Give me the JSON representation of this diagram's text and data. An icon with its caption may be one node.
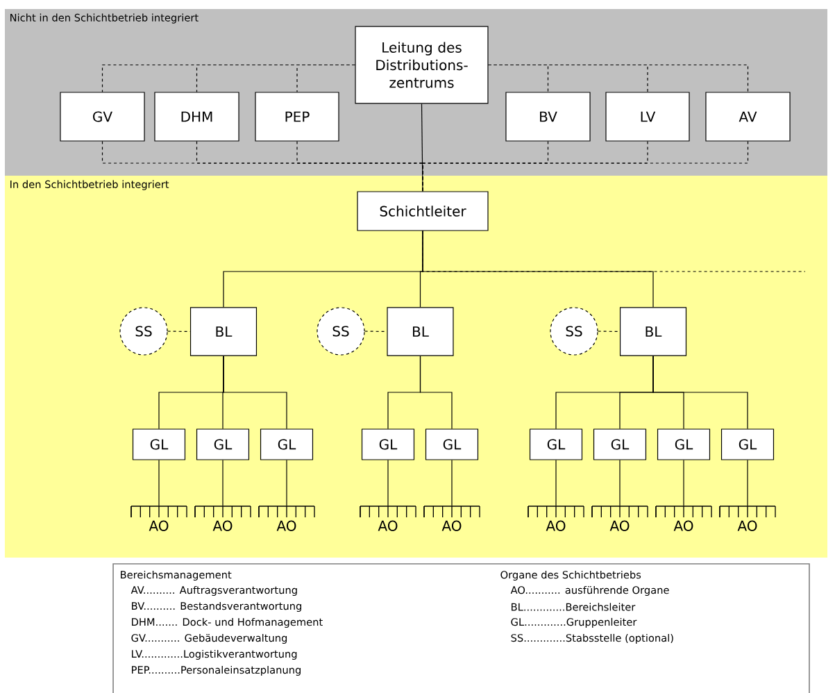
{
  "diagram": {
    "nodes": [
      {
        "text": [
          "Nicht in den Schichtbetrieb integriert"
        ]
      },
      {
        "text": [
          "Leitung des Distributions- zentrums"
        ],
        "in": 0
      },
      {
        "text": [
          "GV"
        ],
        "in": 0
      },
      {
        "text": [
          "DHM"
        ],
        "in": 0
      },
      {
        "text": [
          "PEP"
        ],
        "in": 0
      },
      {
        "text": [
          "BV"
        ],
        "in": 0
      },
      {
        "text": [
          "LV"
        ],
        "in": 0
      },
      {
        "text": [
          "AV"
        ],
        "in": 0
      },
      {
        "text": [
          "In den Schichtbetrieb integriert"
        ]
      },
      {
        "text": [
          "Schichtleiter"
        ],
        "in": 8
      },
      {
        "text": [
          "SS"
        ],
        "in": 8
      },
      {
        "text": [
          "BL"
        ],
        "in": 8
      },
      {
        "text": [
          "SS"
        ],
        "in": 8
      },
      {
        "text": [
          "BL"
        ],
        "in": 8
      },
      {
        "text": [
          "SS"
        ],
        "in": 8
      },
      {
        "text": [
          "BL"
        ],
        "in": 8
      },
      {
        "text": [
          "GL"
        ],
        "in": 8
      },
      {
        "text": [
          "GL"
        ],
        "in": 8
      },
      {
        "text": [
          "GL"
        ],
        "in": 8
      },
      {
        "text": [
          "GL"
        ],
        "in": 8
      },
      {
        "text": [
          "GL"
        ],
        "in": 8
      },
      {
        "text": [
          "GL"
        ],
        "in": 8
      },
      {
        "text": [
          "GL"
        ],
        "in": 8
      },
      {
        "text": [
          "GL"
        ],
        "in": 8
      },
      {
        "text": [
          "GL"
        ],
        "in": 8
      },
      {
        "text": [
          "AO"
        ],
        "in": 8
      },
      {
        "text": [
          "AO"
        ],
        "in": 8
      },
      {
        "text": [
          "AO"
        ],
        "in": 8
      },
      {
        "text": [
          "AO"
        ],
        "in": 8
      },
      {
        "text": [
          "AO"
        ],
        "in": 8
      },
      {
        "text": [
          "AO"
        ],
        "in": 8
      },
      {
        "text": [
          "AO"
        ],
        "in": 8
      },
      {
        "text": [
          "AO"
        ],
        "in": 8
      },
      {
        "text": [
          "AO"
        ],
        "in": 8
      },
      {
        "text": [
          "Bereichsmanagement",
          "AV.......... Auftragsverantwortung",
          "BV.......... Bestandsverantwortung",
          "DHM....... Dock- und Hofmanagement",
          "GV........... Gebäudeverwaltung",
          "LV.............Logistikverantwortung",
          "PEP..........Personaleinsatzplanung",
          "Organe des Schichtbetriebs",
          "AO........... ausführende Organe",
          "BL.............Bereichsleiter",
          "GL.............Gruppenleiter",
          "SS.............Stabsstelle (optional)"
        ]
      }
    ],
    "edges": [
      {
        "from": 1,
        "to": 9,
        "arrow": "none"
      },
      {
        "from": 1,
        "to": 2,
        "arrow": "none",
        "style": "dashed"
      },
      {
        "from": 1,
        "to": 3,
        "arrow": "none",
        "style": "dashed"
      },
      {
        "from": 1,
        "to": 4,
        "arrow": "none",
        "style": "dashed"
      },
      {
        "from": 1,
        "to": 5,
        "arrow": "none",
        "style": "dashed"
      },
      {
        "from": 1,
        "to": 6,
        "arrow": "none",
        "style": "dashed"
      },
      {
        "from": 1,
        "to": 7,
        "arrow": "none",
        "style": "dashed"
      },
      {
        "from": 2,
        "to": 9,
        "arrow": "none",
        "style": "dashed"
      },
      {
        "from": 3,
        "to": 9,
        "arrow": "none",
        "style": "dashed"
      },
      {
        "from": 4,
        "to": 9,
        "arrow": "none",
        "style": "dashed"
      },
      {
        "from": 5,
        "to": 9,
        "arrow": "none",
        "style": "dashed"
      },
      {
        "from": 6,
        "to": 9,
        "arrow": "none",
        "style": "dashed"
      },
      {
        "from": 7,
        "to": 9,
        "arrow": "none",
        "style": "dashed"
      },
      {
        "from": 9,
        "to": 11,
        "arrow": "none"
      },
      {
        "from": 9,
        "to": 13,
        "arrow": "none"
      },
      {
        "from": 9,
        "to": 15,
        "arrow": "none"
      },
      {
        "from": 9,
        "to": null,
        "arrow": "none",
        "style": "dashed"
      },
      {
        "from": 10,
        "to": 11,
        "arrow": "none",
        "style": "dashed"
      },
      {
        "from": 12,
        "to": 13,
        "arrow": "none",
        "style": "dashed"
      },
      {
        "from": 14,
        "to": 15,
        "arrow": "none",
        "style": "dashed"
      },
      {
        "from": 11,
        "to": 16,
        "arrow": "none"
      },
      {
        "from": 11,
        "to": 17,
        "arrow": "none"
      },
      {
        "from": 11,
        "to": 18,
        "arrow": "none"
      },
      {
        "from": 13,
        "to": 19,
        "arrow": "none"
      },
      {
        "from": 13,
        "to": 20,
        "arrow": "none"
      },
      {
        "from": 15,
        "to": 21,
        "arrow": "none"
      },
      {
        "from": 15,
        "to": 22,
        "arrow": "none"
      },
      {
        "from": 15,
        "to": 23,
        "arrow": "none"
      },
      {
        "from": 15,
        "to": 24,
        "arrow": "none"
      },
      {
        "from": 16,
        "to": 25,
        "arrow": "none"
      },
      {
        "from": 17,
        "to": 26,
        "arrow": "none"
      },
      {
        "from": 18,
        "to": 27,
        "arrow": "none"
      },
      {
        "from": 19,
        "to": 28,
        "arrow": "none"
      },
      {
        "from": 20,
        "to": 29,
        "arrow": "none"
      },
      {
        "from": 21,
        "to": 30,
        "arrow": "none"
      },
      {
        "from": 22,
        "to": 31,
        "arrow": "none"
      },
      {
        "from": 23,
        "to": 32,
        "arrow": "none"
      },
      {
        "from": 24,
        "to": 33,
        "arrow": "none"
      }
    ]
  }
}
